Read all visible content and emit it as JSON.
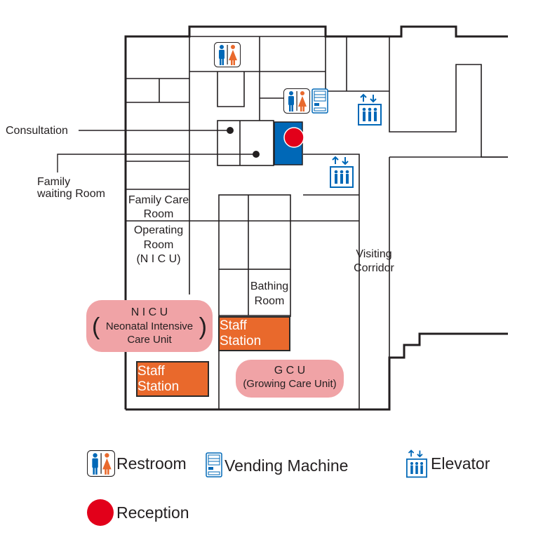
{
  "colors": {
    "wall": "#231f20",
    "reception": "#e2001a",
    "reception_block": "#0068b7",
    "staff_station": "#e9692c",
    "unit_pill": "#f0a3a6",
    "icon_blue": "#0068b7",
    "icon_orange": "#e9692c"
  },
  "map": {
    "labels": {
      "consultation": "Consultation",
      "family_waiting_l1": "Family",
      "family_waiting_l2": "waiting Room",
      "family_care_l1": "Family Care",
      "family_care_l2": "Room",
      "operating_l1": "Operating",
      "operating_l2": "Room",
      "operating_l3": "(N I C U)",
      "visiting_l1": "Visiting",
      "visiting_l2": "Corridor",
      "bathing_l1": "Bathing",
      "bathing_l2": "Room"
    },
    "nicu": {
      "line1": "N I C U",
      "line2": "Neonatal Intensive",
      "line3": "Care Unit",
      "paren_open": "(",
      "paren_close": ")"
    },
    "gcu": {
      "line1": "G C U",
      "line2": "(Growing Care Unit)"
    },
    "staff_station_upper": "Staff Station",
    "staff_station_lower": "Staff Station",
    "icons": [
      "restroom-icon",
      "restroom-icon",
      "vending-machine-icon",
      "elevator-icon",
      "elevator-icon",
      "reception-marker"
    ]
  },
  "legend": {
    "restroom": "Restroom",
    "vending": "Vending Machine",
    "elevator": "Elevator",
    "reception": "Reception"
  }
}
